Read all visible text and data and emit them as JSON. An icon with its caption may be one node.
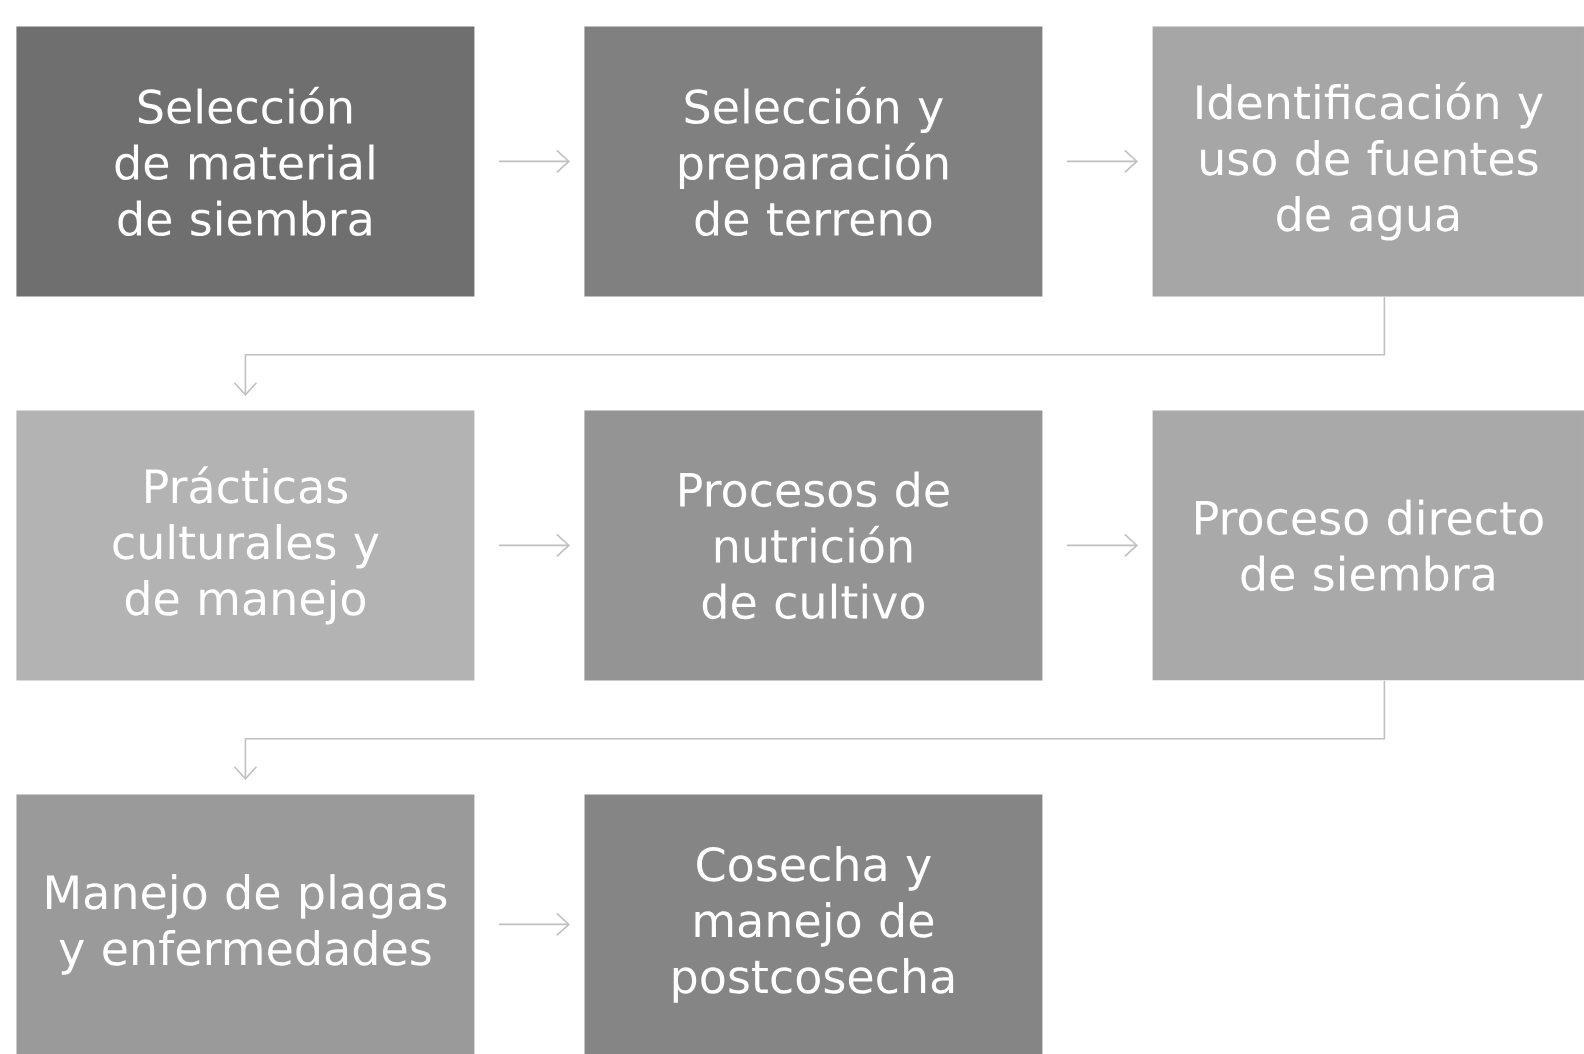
{
  "diagram": {
    "nodes": [
      {
        "text": [
          "Selección de material de siembra"
        ]
      },
      {
        "text": [
          "Selección y preparación de terreno"
        ]
      },
      {
        "text": [
          "Identificación y uso de fuentes de agua"
        ]
      },
      {
        "text": [
          "Prácticas culturales y de manejo"
        ]
      },
      {
        "text": [
          "Procesos de nutrición de cultivo"
        ]
      },
      {
        "text": [
          "Proceso directo de siembra"
        ]
      },
      {
        "text": [
          "Manejo de plagas y enfermedades"
        ]
      },
      {
        "text": [
          "Cosecha y manejo de postcosecha"
        ]
      }
    ],
    "edges": [
      {
        "from": 0,
        "to": 1,
        "arrow": "to"
      },
      {
        "from": 1,
        "to": 2,
        "arrow": "to"
      },
      {
        "from": 2,
        "to": 3,
        "arrow": "to"
      },
      {
        "from": 3,
        "to": 4,
        "arrow": "to"
      },
      {
        "from": 4,
        "to": 5,
        "arrow": "to"
      },
      {
        "from": 5,
        "to": 6,
        "arrow": "to"
      },
      {
        "from": 6,
        "to": 7,
        "arrow": "to"
      }
    ]
  }
}
